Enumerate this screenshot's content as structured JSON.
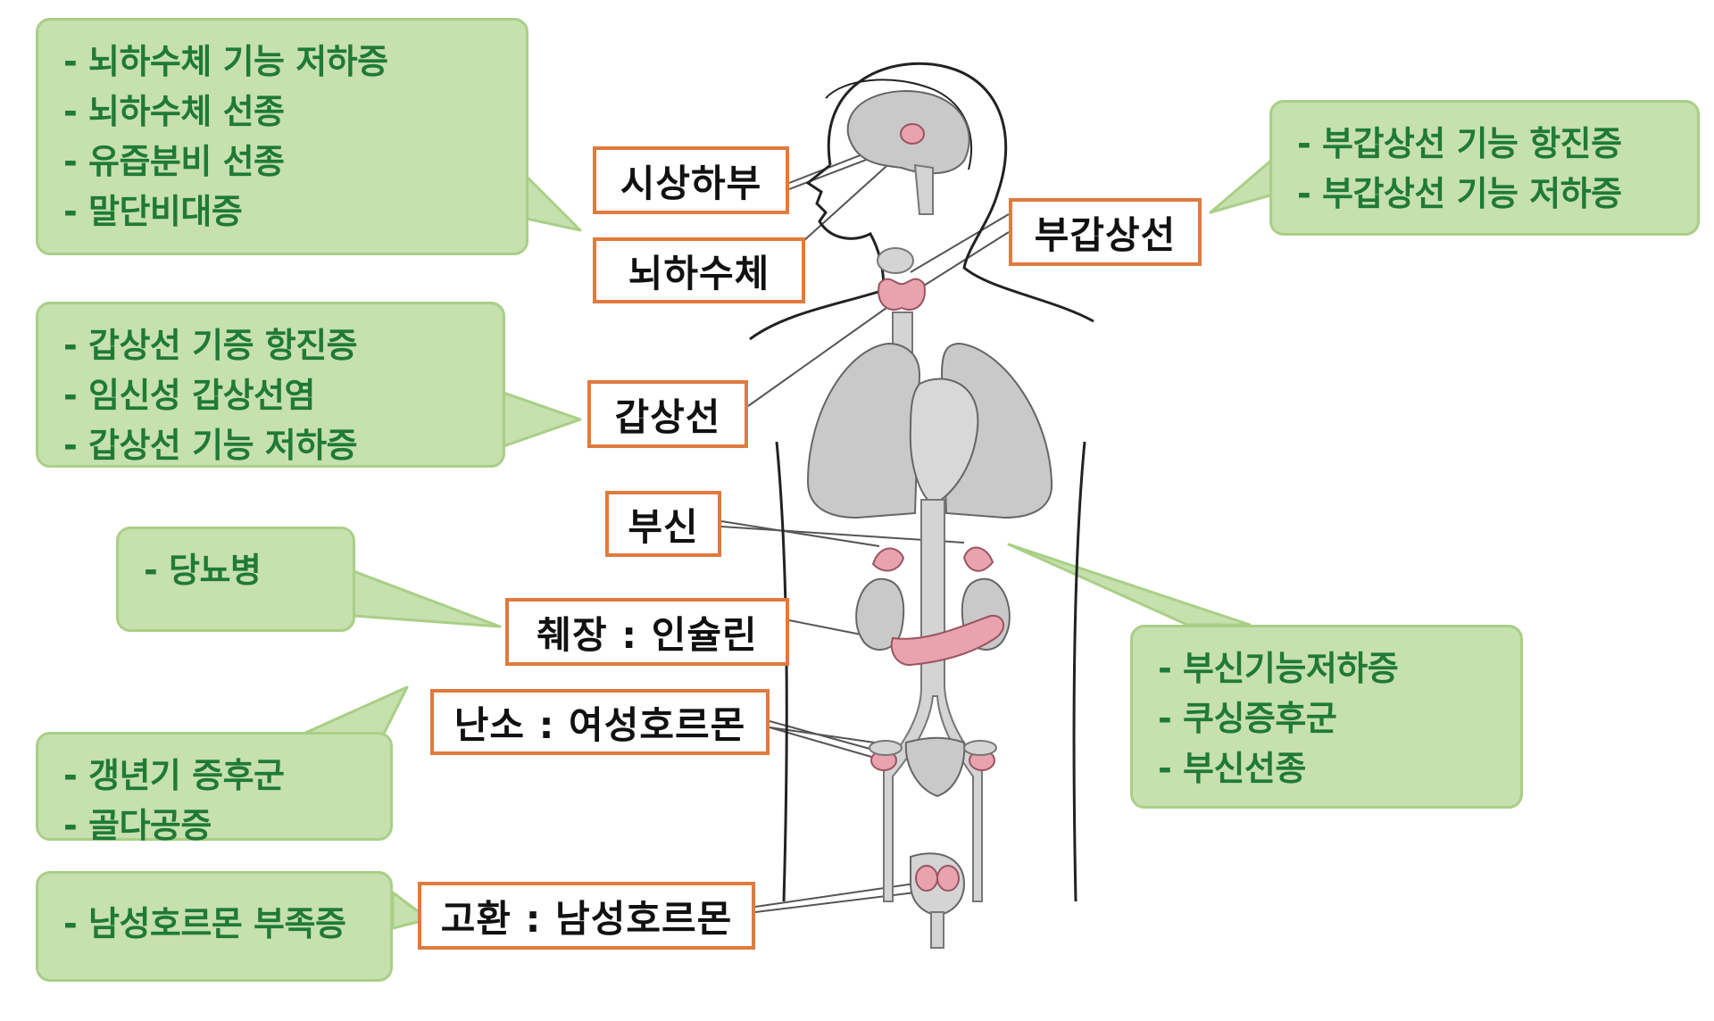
{
  "colors": {
    "callout_fill": "#c6e0ae",
    "callout_border": "#a9cf87",
    "callout_text": "#1f7a35",
    "label_border": "#e07a3e",
    "organ_gray": "#c9c9c9",
    "gland_pink": "#e8a3ae"
  },
  "labels": {
    "hypothalamus": "시상하부",
    "pituitary": "뇌하수체",
    "parathyroid": "부갑상선",
    "thyroid": "갑상선",
    "adrenal": "부신",
    "pancreas": "췌장 : 인슐린",
    "ovary": "난소 : 여성호르몬",
    "testis": "고환 : 남성호르몬"
  },
  "callouts": {
    "pituitary": [
      "- 뇌하수체 기능 저하증",
      "- 뇌하수체 선종",
      "- 유즙분비 선종",
      "- 말단비대증"
    ],
    "parathyroid": [
      "- 부갑상선 기능 항진증",
      "- 부갑상선 기능 저하증"
    ],
    "thyroid": [
      "- 갑상선 기증 항진증",
      "- 임신성 갑상선염",
      "- 갑상선 기능 저하증"
    ],
    "pancreas": [
      "- 당뇨병"
    ],
    "adrenal": [
      "- 부신기능저하증",
      "- 쿠싱증후군",
      "- 부신선종"
    ],
    "ovary": [
      "- 갱년기 증후군",
      "- 골다공증"
    ],
    "testis": [
      "- 남성호르몬 부족증"
    ]
  }
}
